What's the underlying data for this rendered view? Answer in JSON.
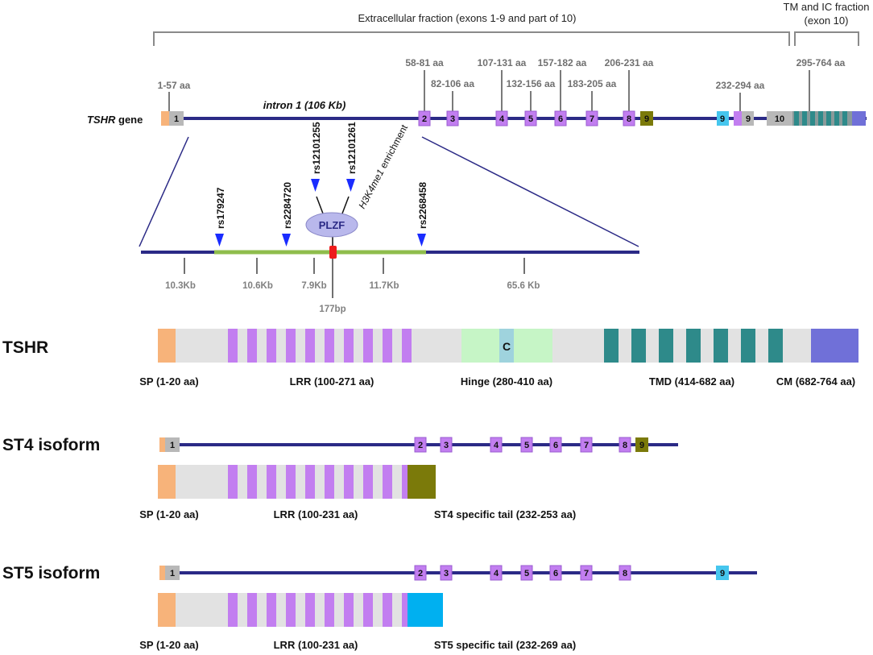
{
  "colors": {
    "backbone": "#2b2a86",
    "exon": "#c27ef0",
    "exon_border": "#9a5cd0",
    "sp": "#f7b37a",
    "grey_exon": "#b8b8b8",
    "olive": "#7b7a0a",
    "cyan": "#46c6ee",
    "teal": "#2e8a8a",
    "cm": "#7070d8",
    "hinge": "#c6f5c6",
    "c_box": "#9fd3dd",
    "light_grey": "#e2e2e2",
    "green_region": "#8fbd4c",
    "red_mark": "#ee1c1c",
    "snp_marker": "#1a2cff",
    "plzf": "#b9b8ec",
    "bracket": "#8a8a8a",
    "zoom_line": "#2b2a86",
    "st5_tail": "#00b0f0"
  },
  "top": {
    "extracellular_label": "Extracellular fraction (exons 1-9 and part of 10)",
    "tm_label_line1": "TM and IC fraction",
    "tm_label_line2": "(exon 10)",
    "gene_italic": "TSHR",
    "gene_suffix": " gene",
    "intron_label": "intron 1 (106 Kb)",
    "aa": {
      "e1": "1-57 aa",
      "e2": "58-81 aa",
      "e3": "82-106 aa",
      "e4": "107-131 aa",
      "e5": "132-156 aa",
      "e6": "157-182 aa",
      "e7": "183-205 aa",
      "e8": "206-231 aa",
      "e9": "232-294 aa",
      "e10": "295-764 aa"
    },
    "exon_numbers": {
      "e1": "1",
      "e2": "2",
      "e3": "3",
      "e4": "4",
      "e5": "5",
      "e6": "6",
      "e7": "7",
      "e8": "8",
      "e9a": "9",
      "e9b": "9",
      "e9c": "9",
      "e10": "10"
    }
  },
  "intron": {
    "snps": {
      "s1": "rs179247",
      "s2": "rs2284720",
      "s3": "rs12101255",
      "s4": "rs12101261",
      "s5": "rs2268458"
    },
    "plzf": "PLZF",
    "h3k_italic": "H3K4me1",
    "h3k_suffix": " enrichment",
    "distances": {
      "d1": "10.3Kb",
      "d2": "10.6Kb",
      "d3": "7.9Kb",
      "d4": "177bp",
      "d5": "11.7Kb",
      "d6": "65.6 Kb"
    }
  },
  "tshr": {
    "title": "TSHR",
    "c_label": "C",
    "domains": {
      "sp": "SP (1-20 aa)",
      "lrr": "LRR (100-271 aa)",
      "hinge": "Hinge (280-410 aa)",
      "tmd": "TMD (414-682 aa)",
      "cm": "CM (682-764 aa)"
    }
  },
  "st4": {
    "title": "ST4 isoform",
    "exon_numbers": {
      "e1": "1",
      "e2": "2",
      "e3": "3",
      "e4": "4",
      "e5": "5",
      "e6": "6",
      "e7": "7",
      "e8": "8",
      "e9": "9"
    },
    "domains": {
      "sp": "SP (1-20 aa)",
      "lrr": "LRR (100-231 aa)",
      "tail": "ST4 specific tail (232-253 aa)"
    }
  },
  "st5": {
    "title": "ST5 isoform",
    "exon_numbers": {
      "e1": "1",
      "e2": "2",
      "e3": "3",
      "e4": "4",
      "e5": "5",
      "e6": "6",
      "e7": "7",
      "e8": "8",
      "e9": "9"
    },
    "domains": {
      "sp": "SP (1-20 aa)",
      "lrr": "LRR (100-231 aa)",
      "tail": "ST5 specific tail (232-269 aa)"
    }
  }
}
